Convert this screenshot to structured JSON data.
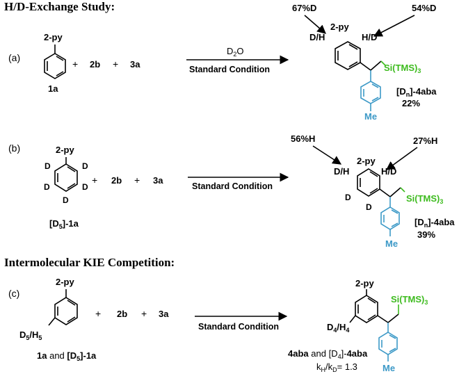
{
  "headings": {
    "hd_exchange": "H/D-Exchange Study:",
    "kie": "Intermolecular KIE Competition:"
  },
  "common": {
    "two_py": "2-py",
    "plus": "+",
    "reagent_2b": "2b",
    "reagent_3a": "3a",
    "standard_condition": "Standard Condition",
    "si_tms3": "Si(TMS)",
    "sub3": "3",
    "me": "Me",
    "d": "D",
    "d_over_h": "D/H",
    "h_over_d": "H/D"
  },
  "row_a": {
    "label": "(a)",
    "substrate": "1a",
    "above_arrow_main": "D",
    "above_arrow_sub": "2",
    "above_arrow_rest": "O",
    "pct_left": "67%D",
    "pct_right": "54%D",
    "product_pre": "[D",
    "product_sub": "n",
    "product_post": "]-4aba",
    "yield": "22%"
  },
  "row_b": {
    "label": "(b)",
    "substrate_pre": "[D",
    "substrate_sub": "5",
    "substrate_post": "]-1a",
    "pct_left": "56%H",
    "pct_right": "27%H",
    "product_pre": "[D",
    "product_sub": "n",
    "product_post": "]-4aba",
    "yield": "39%"
  },
  "row_c": {
    "label": "(c)",
    "ring_label_d": "D",
    "ring_label_d_sub": "5",
    "ring_label_h": "/H",
    "ring_label_h_sub": "5",
    "substrate_1a": "1a",
    "and": "and",
    "substrate2_pre": "[D",
    "substrate2_sub": "5",
    "substrate2_post": "]-1a",
    "prod_ring_d": "D",
    "prod_ring_d_sub": "4",
    "prod_ring_h": "/H",
    "prod_ring_h_sub": "4",
    "product_1": "4aba",
    "product_2_pre": "[D",
    "product_2_sub": "4",
    "product_2_post": "]-",
    "product_2_bold": "4aba",
    "kie_k": "k",
    "kie_h": "H",
    "kie_slash": "/k",
    "kie_d": "D",
    "kie_eq": "= ",
    "kie_value": "1.3"
  }
}
